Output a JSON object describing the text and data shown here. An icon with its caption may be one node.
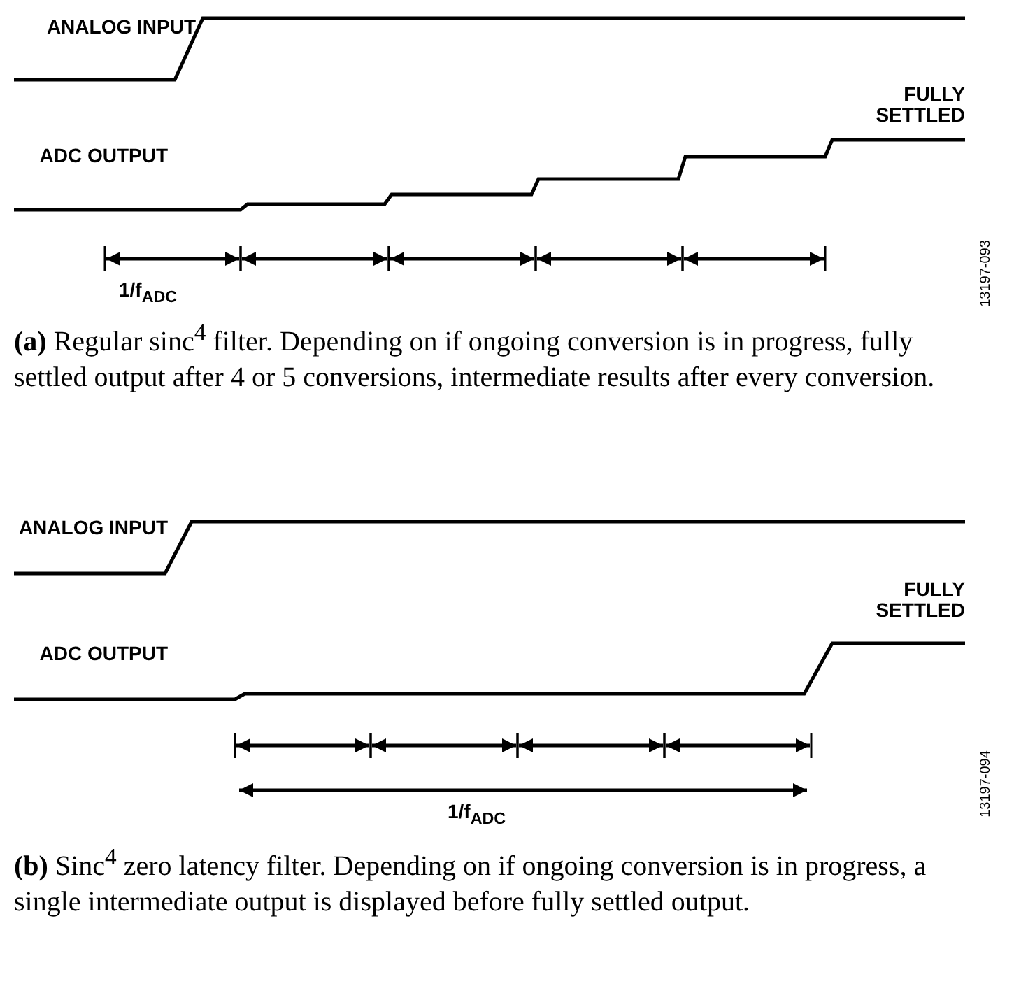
{
  "diagram": {
    "labels": [
      "ANALOG INPUT",
      "ADC OUTPUT",
      "FULLY SETTLED",
      "1/f$_{ADC}$",
      "13197-093",
      "**(a)** Regular sinc$^{4}$ filter. Depending on if ongoing conversion is in progress, fully settled output after 4 or 5 conversions, intermediate results after every conversion.",
      "ANALOG INPUT",
      "ADC OUTPUT",
      "FULLY SETTLED",
      "1/f$_{ADC}$",
      "13197-094",
      "**(b)** Sinc$^{4}$ zero latency filter. Depending on if ongoing conversion is in progress, a single intermediate output is displayed before fully settled output."
    ]
  }
}
